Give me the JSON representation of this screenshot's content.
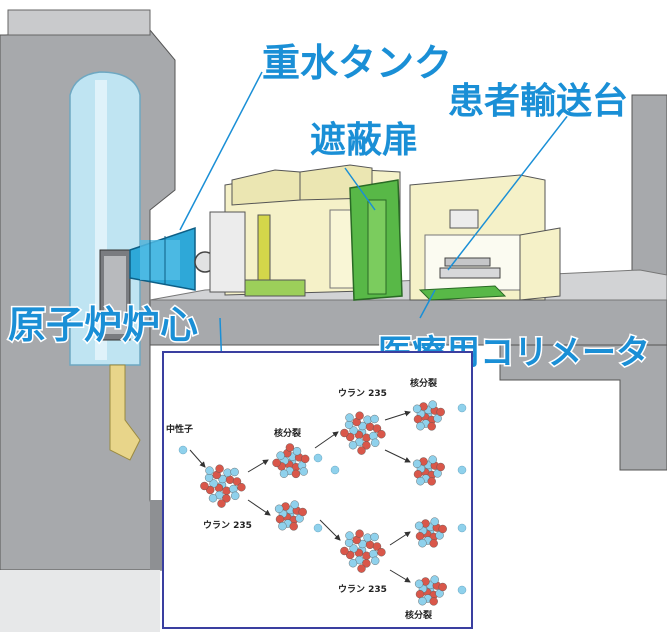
{
  "labels": {
    "heavy_water_tank": "重水タンク",
    "patient_table": "患者輸送台",
    "shield_door": "遮蔽扉",
    "reactor_core": "原子炉炉心",
    "medical_collimator": "医療用コリメータ"
  },
  "inset": {
    "neutron": "中性子",
    "uranium_235_a": "ウラン 235",
    "fission_a": "核分裂",
    "uranium_235_b": "ウラン 235",
    "fission_b": "核分裂",
    "uranium_235_c": "ウラン 235",
    "fission_c": "核分裂"
  },
  "colors": {
    "label_blue": "#1a8fd6",
    "concrete_gray": "#a7a9ac",
    "water_blue": "#bfe4f2",
    "tank_blue": "#2ea8d8",
    "equipment_cream": "#f5f1c8",
    "door_green": "#58b847",
    "inset_border": "#3a3fa0",
    "nucleus_red": "#d9574a",
    "nucleus_blue": "#8fd1ec"
  }
}
